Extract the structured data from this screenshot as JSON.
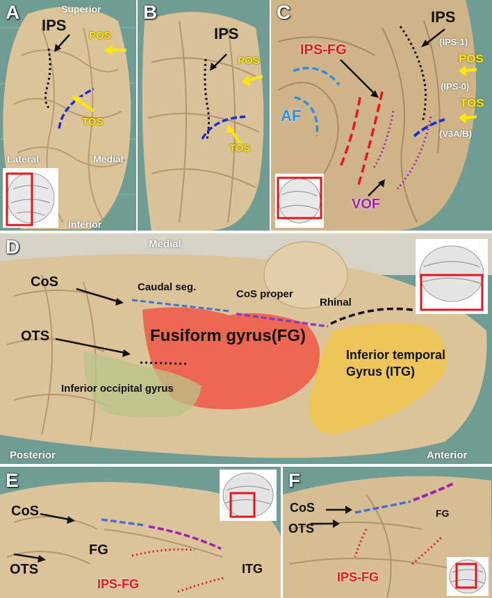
{
  "colors": {
    "tissue": "#dcc49a",
    "mat": "#6f9c93",
    "arrow_yellow": "#ffe800",
    "blue_dash": "#1a2fd0",
    "red_dash": "#e8141b",
    "purple_dash": "#a020b0",
    "fg_fill": "#ef5a48",
    "ioc_fill": "#b9c48a",
    "itg_fill": "#f0c64e"
  },
  "panel_a": {
    "letter": "A",
    "superior": "Superior",
    "ips": "IPS",
    "pos": "POS",
    "tos": "TOS",
    "lateral": "Lateral",
    "medial": "Medial",
    "inferior": "Inferior"
  },
  "panel_b": {
    "letter": "B",
    "ips": "IPS",
    "pos": "POS",
    "tos": "TOS"
  },
  "panel_c": {
    "letter": "C",
    "ips": "IPS",
    "ips_fg": "IPS-FG",
    "ips1": "(IPS-1)",
    "pos": "POS",
    "ips0": "(IPS-0)",
    "tos": "TOS",
    "v3ab": "(V3A/B)",
    "af": "AF",
    "vof": "VOF"
  },
  "panel_d": {
    "letter": "D",
    "medial": "Medial",
    "cos": "CoS",
    "caudal": "Caudal seg.",
    "cos_proper": "CoS proper",
    "rhinal": "Rhinal",
    "ots": "OTS",
    "fg": "Fusiform gyrus(FG)",
    "itg1": "Inferior temporal",
    "itg2": "Gyrus (ITG)",
    "iog": "Inferior  occipital  gyrus",
    "posterior": "Posterior",
    "anterior": "Anterior"
  },
  "panel_e": {
    "letter": "E",
    "cos": "CoS",
    "fg": "FG",
    "ots": "OTS",
    "ips_fg": "IPS-FG",
    "itg": "ITG"
  },
  "panel_f": {
    "letter": "F",
    "cos": "CoS",
    "fg": "FG",
    "ots": "OTS",
    "ips_fg": "IPS-FG"
  }
}
